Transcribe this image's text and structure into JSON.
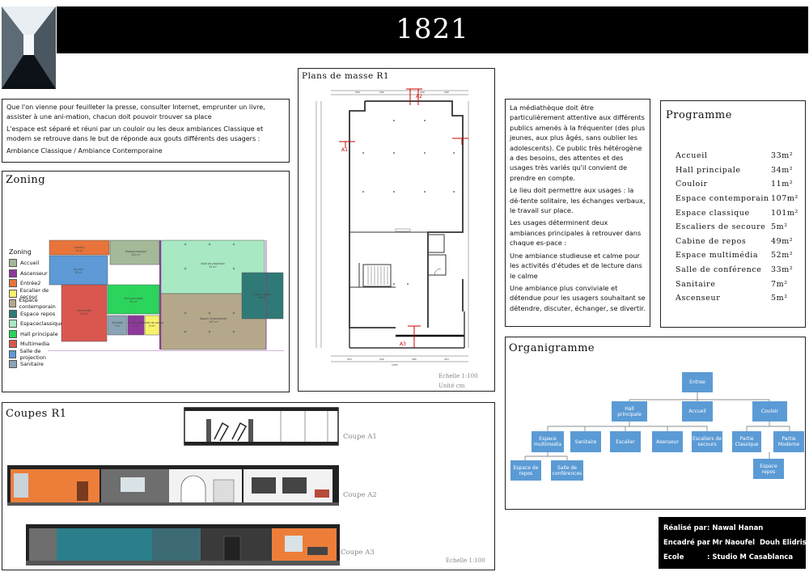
{
  "header": {
    "title": "1821"
  },
  "intro": {
    "paragraphs": [
      "Que l'on vienne pour feuilleter la presse, consulter Internet, emprunter un livre, assister à une ani-mation, chacun doit pouvoir trouver sa place",
      "L'espace est séparé et réuni  par un couloir ou les deux ambiances Classique et modern se retrouve dans le but de réponde aux gouts différents des usagers :",
      "Ambiance Classique / Ambiance Contemporaine"
    ]
  },
  "zoning": {
    "title": "Zoning",
    "legend_title": "Zoning",
    "legend": [
      {
        "label": "Accueil",
        "color": "#a3b998"
      },
      {
        "label": "Ascenseur",
        "color": "#8e3a9c"
      },
      {
        "label": "Entrée2",
        "color": "#e8743b"
      },
      {
        "label": "Escalier de secour",
        "color": "#f7f26b"
      },
      {
        "label": "Espace contemporain",
        "color": "#b5a88a"
      },
      {
        "label": "Espace repos",
        "color": "#2f7a76"
      },
      {
        "label": "Espaceclassique",
        "color": "#a8e8c3"
      },
      {
        "label": "Hall principale",
        "color": "#2bd45c"
      },
      {
        "label": "Multimedia",
        "color": "#d9574f"
      },
      {
        "label": "Salle de projection",
        "color": "#5d9ad6"
      },
      {
        "label": "Sanitaire",
        "color": "#8aa3b5"
      }
    ],
    "rooms": [
      {
        "name": "Entrée2",
        "area": "24 m²"
      },
      {
        "name": "Accueil",
        "area": "33 m²"
      },
      {
        "name": "Espaceclassique",
        "area": "101 m²"
      },
      {
        "name": "Salle de projection",
        "area": "33 m²"
      },
      {
        "name": "Espace repos",
        "area": "49 m²"
      },
      {
        "name": "Multimedia",
        "area": "52 m²"
      },
      {
        "name": "Hall principale",
        "area": "34 m²"
      },
      {
        "name": "Espace contemporain",
        "area": "107 m²"
      },
      {
        "name": "Sanitaire",
        "area": "7 m²"
      },
      {
        "name": "Escalier de secour",
        "area": "5 m²"
      },
      {
        "name": "Ascenseur",
        "area": "5 m²"
      }
    ]
  },
  "plan": {
    "title": "Plans de masse R1",
    "markers": [
      "A1",
      "A2",
      "A3"
    ],
    "scale": "Echelle  1:100",
    "unit": "Unité  cm"
  },
  "description": {
    "paragraphs": [
      "La médiathèque doit être particulièrement attentive aux différents publics amenés à la fréquenter (des plus jeunes, aux plus âgés, sans oublier les adolescents). Ce public très hétérogène a des besoins, des attentes et des usages très variés qu'il convient de prendre en compte.",
      "Le lieu doit permettre aux usages : la dé-tente solitaire, les échanges verbaux, le travail sur place.",
      "Les usages déterminent deux ambiances principales à retrouver dans chaque es-pace :",
      "Une ambiance studieuse et calme pour les activités d'études et de lecture dans le calme",
      "Une ambiance plus conviviale et détendue pour les usagers souhaitant se détendre, discuter, échanger, se divertir."
    ]
  },
  "programme": {
    "title": "Programme",
    "items": [
      {
        "label": "Accueil",
        "area": "33m²"
      },
      {
        "label": "Hall principale",
        "area": "34m²"
      },
      {
        "label": "Couloir",
        "area": "11m²"
      },
      {
        "label": "Espace contemporain",
        "area": "107m²"
      },
      {
        "label": "Espace classique",
        "area": "101m²"
      },
      {
        "label": "Escaliers de secoure",
        "area": "5m²"
      },
      {
        "label": "Cabine de repos",
        "area": "49m²"
      },
      {
        "label": "Espace multimédia",
        "area": "52m²"
      },
      {
        "label": "Salle de conférence",
        "area": "33m²"
      },
      {
        "label": "Sanitaire",
        "area": "7m²"
      },
      {
        "label": "Ascenseur",
        "area": "5m²"
      }
    ]
  },
  "organigramme": {
    "title": "Organigramme",
    "nodes": {
      "entree": "Entree",
      "hall": "Hall principale",
      "accueil": "Accueil",
      "couloir": "Couloir",
      "multimedia": "Espace multimedia",
      "sanitaire": "Sanitaire",
      "escalier": "Escalier",
      "ascenseur": "Asenseur",
      "secours": "Escaliers de secours",
      "classique": "Partie Classique",
      "moderne": "Partie Moderne",
      "repos1": "Espace de repos",
      "conferences": "Salle de conférences",
      "repos2": "Espace repos"
    }
  },
  "coupes": {
    "title": "Coupes R1",
    "labels": [
      "Coupe A1",
      "Coupe A2",
      "Coupe A3"
    ],
    "scale": "Echelle  1:100"
  },
  "credits": [
    {
      "label": "Réalisé par",
      "value": "Nawal Hanan"
    },
    {
      "label": "Encadré par",
      "value": "Mr Naoufel  Douh Elidrissi"
    },
    {
      "label": "Ecole",
      "value": "Studio M Casablanca"
    }
  ],
  "colors": {
    "header_bg": "#000000",
    "node_blue": "#5b9bd5",
    "marker_red": "#cc0000"
  }
}
